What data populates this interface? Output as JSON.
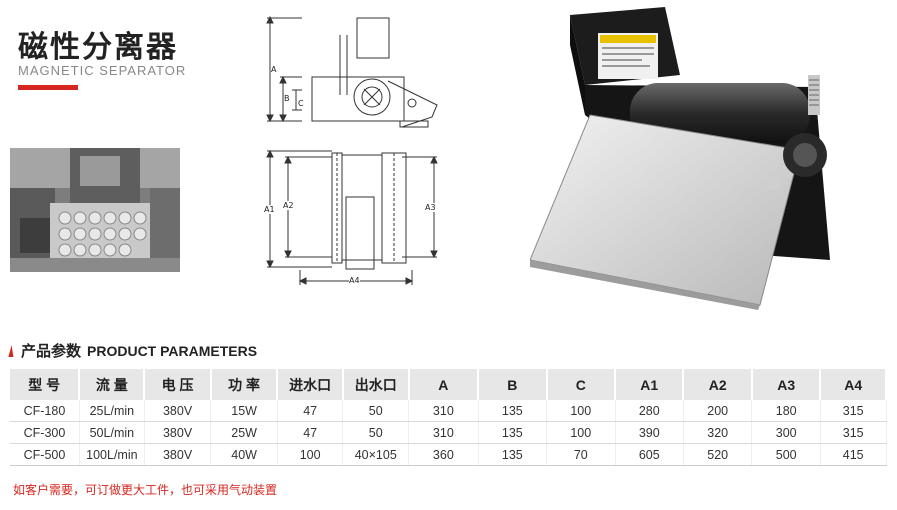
{
  "header": {
    "title_zh": "磁性分离器",
    "title_en": "MAGNETIC SEPARATOR"
  },
  "drawings": {
    "side_labels": [
      "A",
      "B",
      "C"
    ],
    "top_labels": [
      "A1",
      "A2",
      "A3",
      "A4"
    ]
  },
  "params": {
    "title_zh": "产品参数",
    "title_en": "PRODUCT PARAMETERS",
    "headers": [
      "型 号",
      "流 量",
      "电 压",
      "功 率",
      "进水口",
      "出水口",
      "A",
      "B",
      "C",
      "A1",
      "A2",
      "A3",
      "A4"
    ],
    "rows": [
      [
        "CF-180",
        "25L/min",
        "380V",
        "15W",
        "47",
        "50",
        "310",
        "135",
        "100",
        "280",
        "200",
        "180",
        "315"
      ],
      [
        "CF-300",
        "50L/min",
        "380V",
        "25W",
        "47",
        "50",
        "310",
        "135",
        "100",
        "390",
        "320",
        "300",
        "315"
      ],
      [
        "CF-500",
        "100L/min",
        "380V",
        "40W",
        "100",
        "40×105",
        "360",
        "135",
        "70",
        "605",
        "520",
        "500",
        "415"
      ]
    ]
  },
  "note": "如客户需要，可订做更大工件，也可采用气动装置",
  "colors": {
    "accent": "#d7261f",
    "header_bg": "#e7e7e7"
  }
}
